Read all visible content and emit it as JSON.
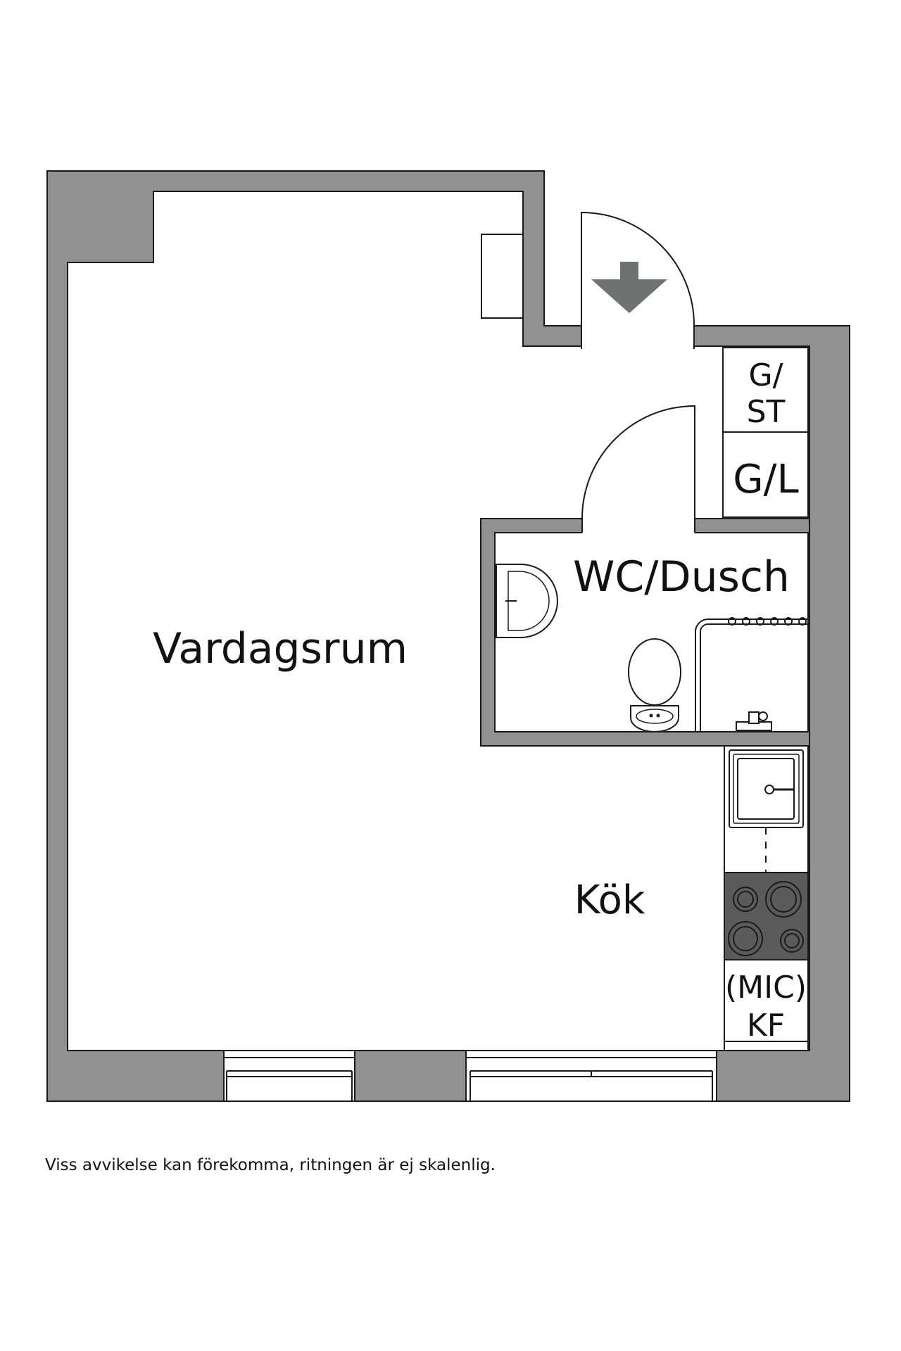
{
  "labels": {
    "living_room": "Vardagsrum",
    "bathroom": "WC/Dusch",
    "kitchen": "Kök",
    "wardrobe_top_line1": "G/",
    "wardrobe_top_line2": "ST",
    "wardrobe_bottom": "G/L",
    "appliance_line1": "(MIC)",
    "appliance_line2": "KF"
  },
  "footer": {
    "disclaimer": "Viss avvikelse kan förekomma, ritningen är ej skalenlig."
  },
  "colors": {
    "wall": "#8f9291",
    "wall_outline": "#1a1a1a",
    "floor": "#ffffff",
    "stove": "#5a5c5c"
  }
}
